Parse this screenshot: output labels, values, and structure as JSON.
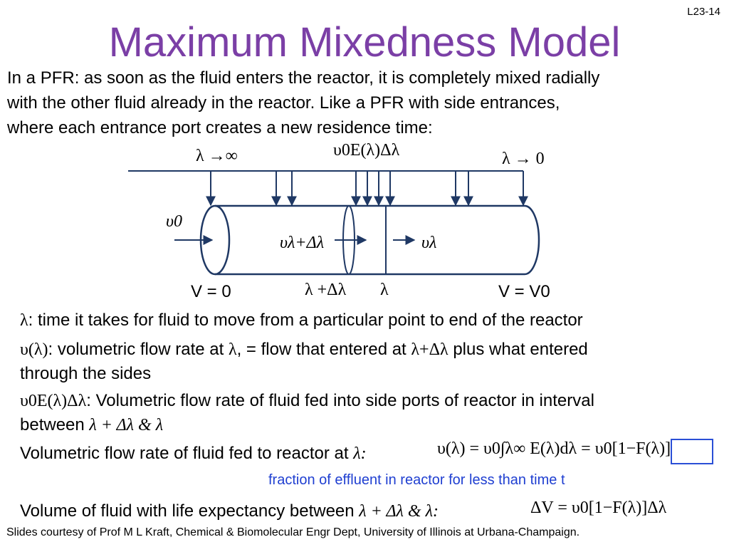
{
  "slide_number": "L23-14",
  "title": "Maximum Mixedness Model",
  "intro_lines": [
    "In a PFR: as soon as the fluid enters the reactor, it is completely mixed radially",
    "with the other fluid already in the reactor. Like a PFR with side entrances,",
    "where each entrance port creates a new residence time:"
  ],
  "diagram": {
    "label_lambda_inf": "λ →∞",
    "label_side_feed": "υ0E(λ)Δλ",
    "label_lambda_zero": "λ → 0",
    "label_inlet_flow": "υ0",
    "label_flow_plus": "υλ+Δλ",
    "label_flow": "υλ",
    "label_v_start": "V = 0",
    "label_lambda_plus": "λ +Δλ",
    "label_lambda": "λ",
    "label_v_end": "V = V0"
  },
  "definitions": {
    "lambda_def": {
      "symbol": "λ",
      "text": ": time it takes for fluid to move from a particular point to end of the reactor"
    },
    "flow_def": {
      "symbol": "υ(λ)",
      "text_a": ": volumetric flow rate at ",
      "sym_a": "λ",
      "text_b": ", = flow that entered at ",
      "sym_b": "λ+Δλ",
      "text_c": " plus what entered",
      "line2": "through the sides"
    },
    "side_def": {
      "symbol": "υ0E(λ)Δλ",
      "text": ": Volumetric flow rate of fluid fed into side ports of reactor in interval",
      "line2_a": "between ",
      "line2_sym": "λ + Δλ & λ"
    },
    "volumetric": {
      "text": "Volumetric flow rate of fluid fed to reactor at ",
      "sym": "λ:",
      "equation": "υ(λ) = υ0∫λ∞ E(λ)dλ = υ0[1−F(λ)]"
    },
    "fraction_note": "fraction of effluent in reactor for less than time t",
    "volume": {
      "text": "Volume of fluid with life expectancy between ",
      "sym": "λ + Δλ & λ:",
      "equation": "ΔV = υ0[1−F(λ)]Δλ"
    }
  },
  "footer": "Slides courtesy of Prof M L Kraft, Chemical & Biomolecular Engr Dept, University of Illinois at Urbana-Champaign.",
  "colors": {
    "title": "#7b3fa6",
    "diagram_lines": "#1f3864",
    "note": "#1f3fd1",
    "highlight_box": "#2a4fd6"
  }
}
